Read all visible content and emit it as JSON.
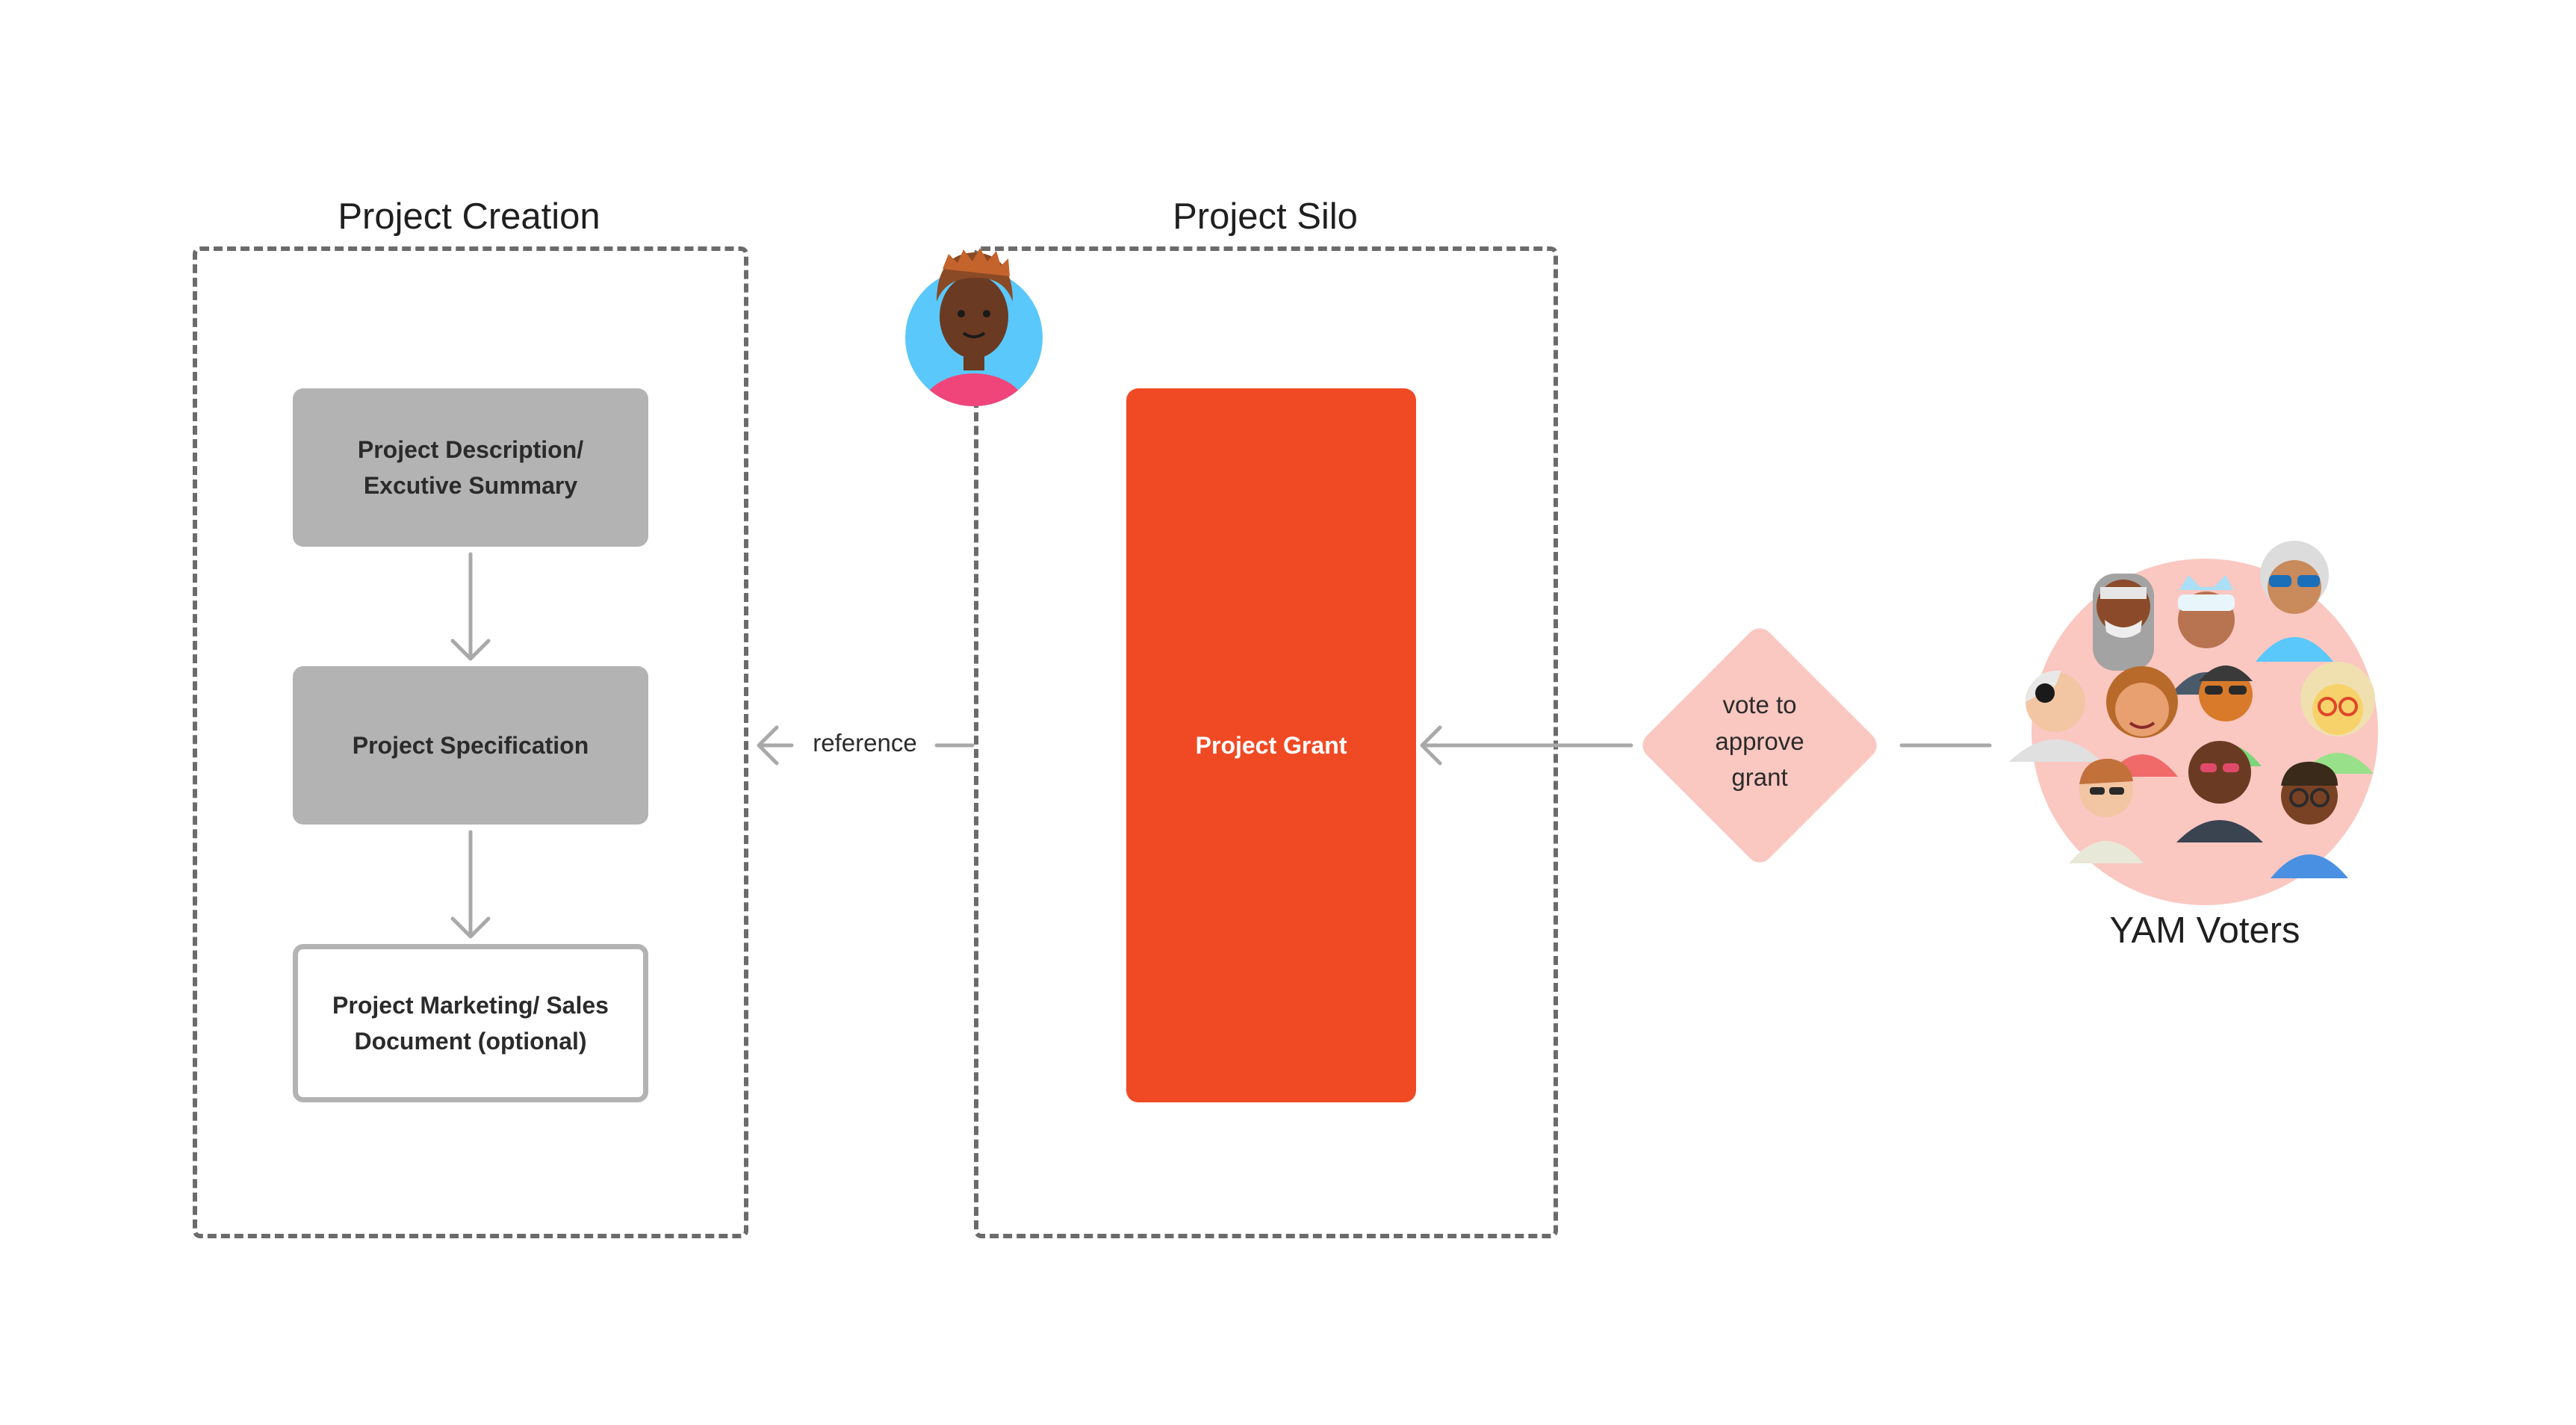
{
  "groups": {
    "creation": {
      "title": "Project Creation"
    },
    "silo": {
      "title": "Project Silo"
    }
  },
  "nodes": {
    "description": {
      "line1": "Project Description/",
      "line2": "Excutive Summary"
    },
    "specification": {
      "label": "Project Specification"
    },
    "marketing": {
      "line1": "Project Marketing/ Sales",
      "line2": "Document (optional)"
    },
    "grant": {
      "label": "Project Grant"
    },
    "decision": {
      "line1": "vote to",
      "line2": "approve",
      "line3": "grant"
    },
    "voters": {
      "label": "YAM Voters"
    }
  },
  "edges": {
    "reference": {
      "label": "reference"
    }
  },
  "colors": {
    "frame": "#6b6b6b",
    "gray_box": "#b3b3b3",
    "grant": "#f04a24",
    "decision": "#fbc7c1",
    "arrow": "#a9a9a9",
    "avatar_bg": "#5ac8fa",
    "crowd_bg": "#fbc7c1"
  },
  "icons": {
    "silo_owner": "person-avatar-icon",
    "voters": "crowd-avatars-icon"
  }
}
